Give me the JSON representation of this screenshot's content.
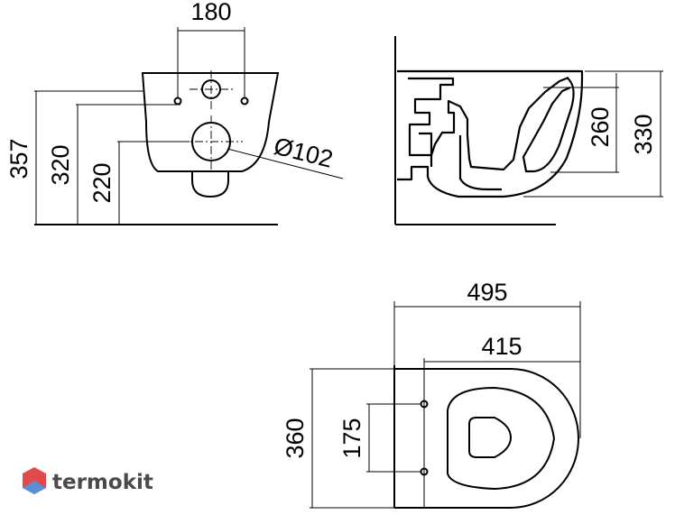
{
  "dimensions": {
    "front_hole_spacing": "180",
    "front_height_total": "357",
    "front_height_holes": "320",
    "front_height_outlet": "220",
    "outlet_diameter": "Ø102",
    "side_height_260": "260",
    "side_height_330": "330",
    "top_length_495": "495",
    "top_length_415": "415",
    "top_width_360": "360",
    "top_hole_spacing_175": "175"
  },
  "logo": {
    "text": "termokit"
  },
  "colors": {
    "line": "#000000",
    "logo_text": "#4a4a4a",
    "logo_red": "#e04a4a",
    "logo_blue": "#5a8fd6"
  }
}
